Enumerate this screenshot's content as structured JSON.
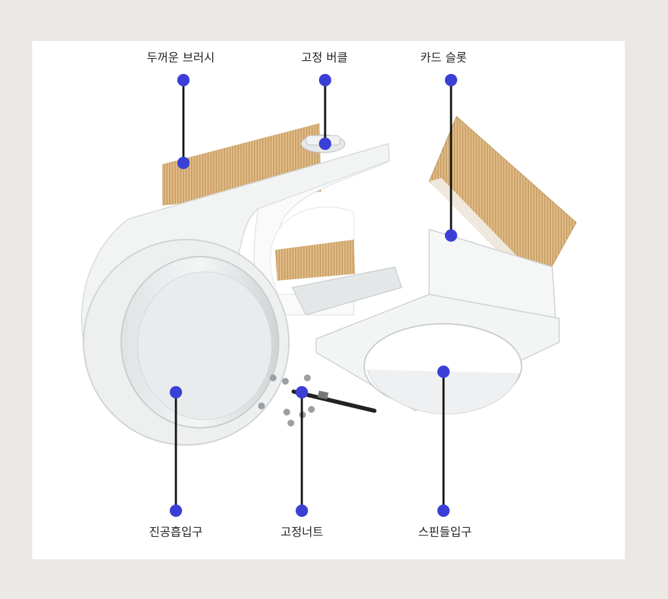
{
  "callouts": {
    "thick_brush": "두꺼운 브러시",
    "fixing_buckle": "고정 버클",
    "card_slot": "카드 슬롯",
    "vacuum_inlet": "진공흡입구",
    "fixing_nut": "고정너트",
    "spindle_inlet": "스핀들입구"
  },
  "colors": {
    "background": "#ebe8e5",
    "panel": "#ffffff",
    "dot": "#3b3fd6",
    "leader": "#111111",
    "brush": "#d9b27a"
  }
}
